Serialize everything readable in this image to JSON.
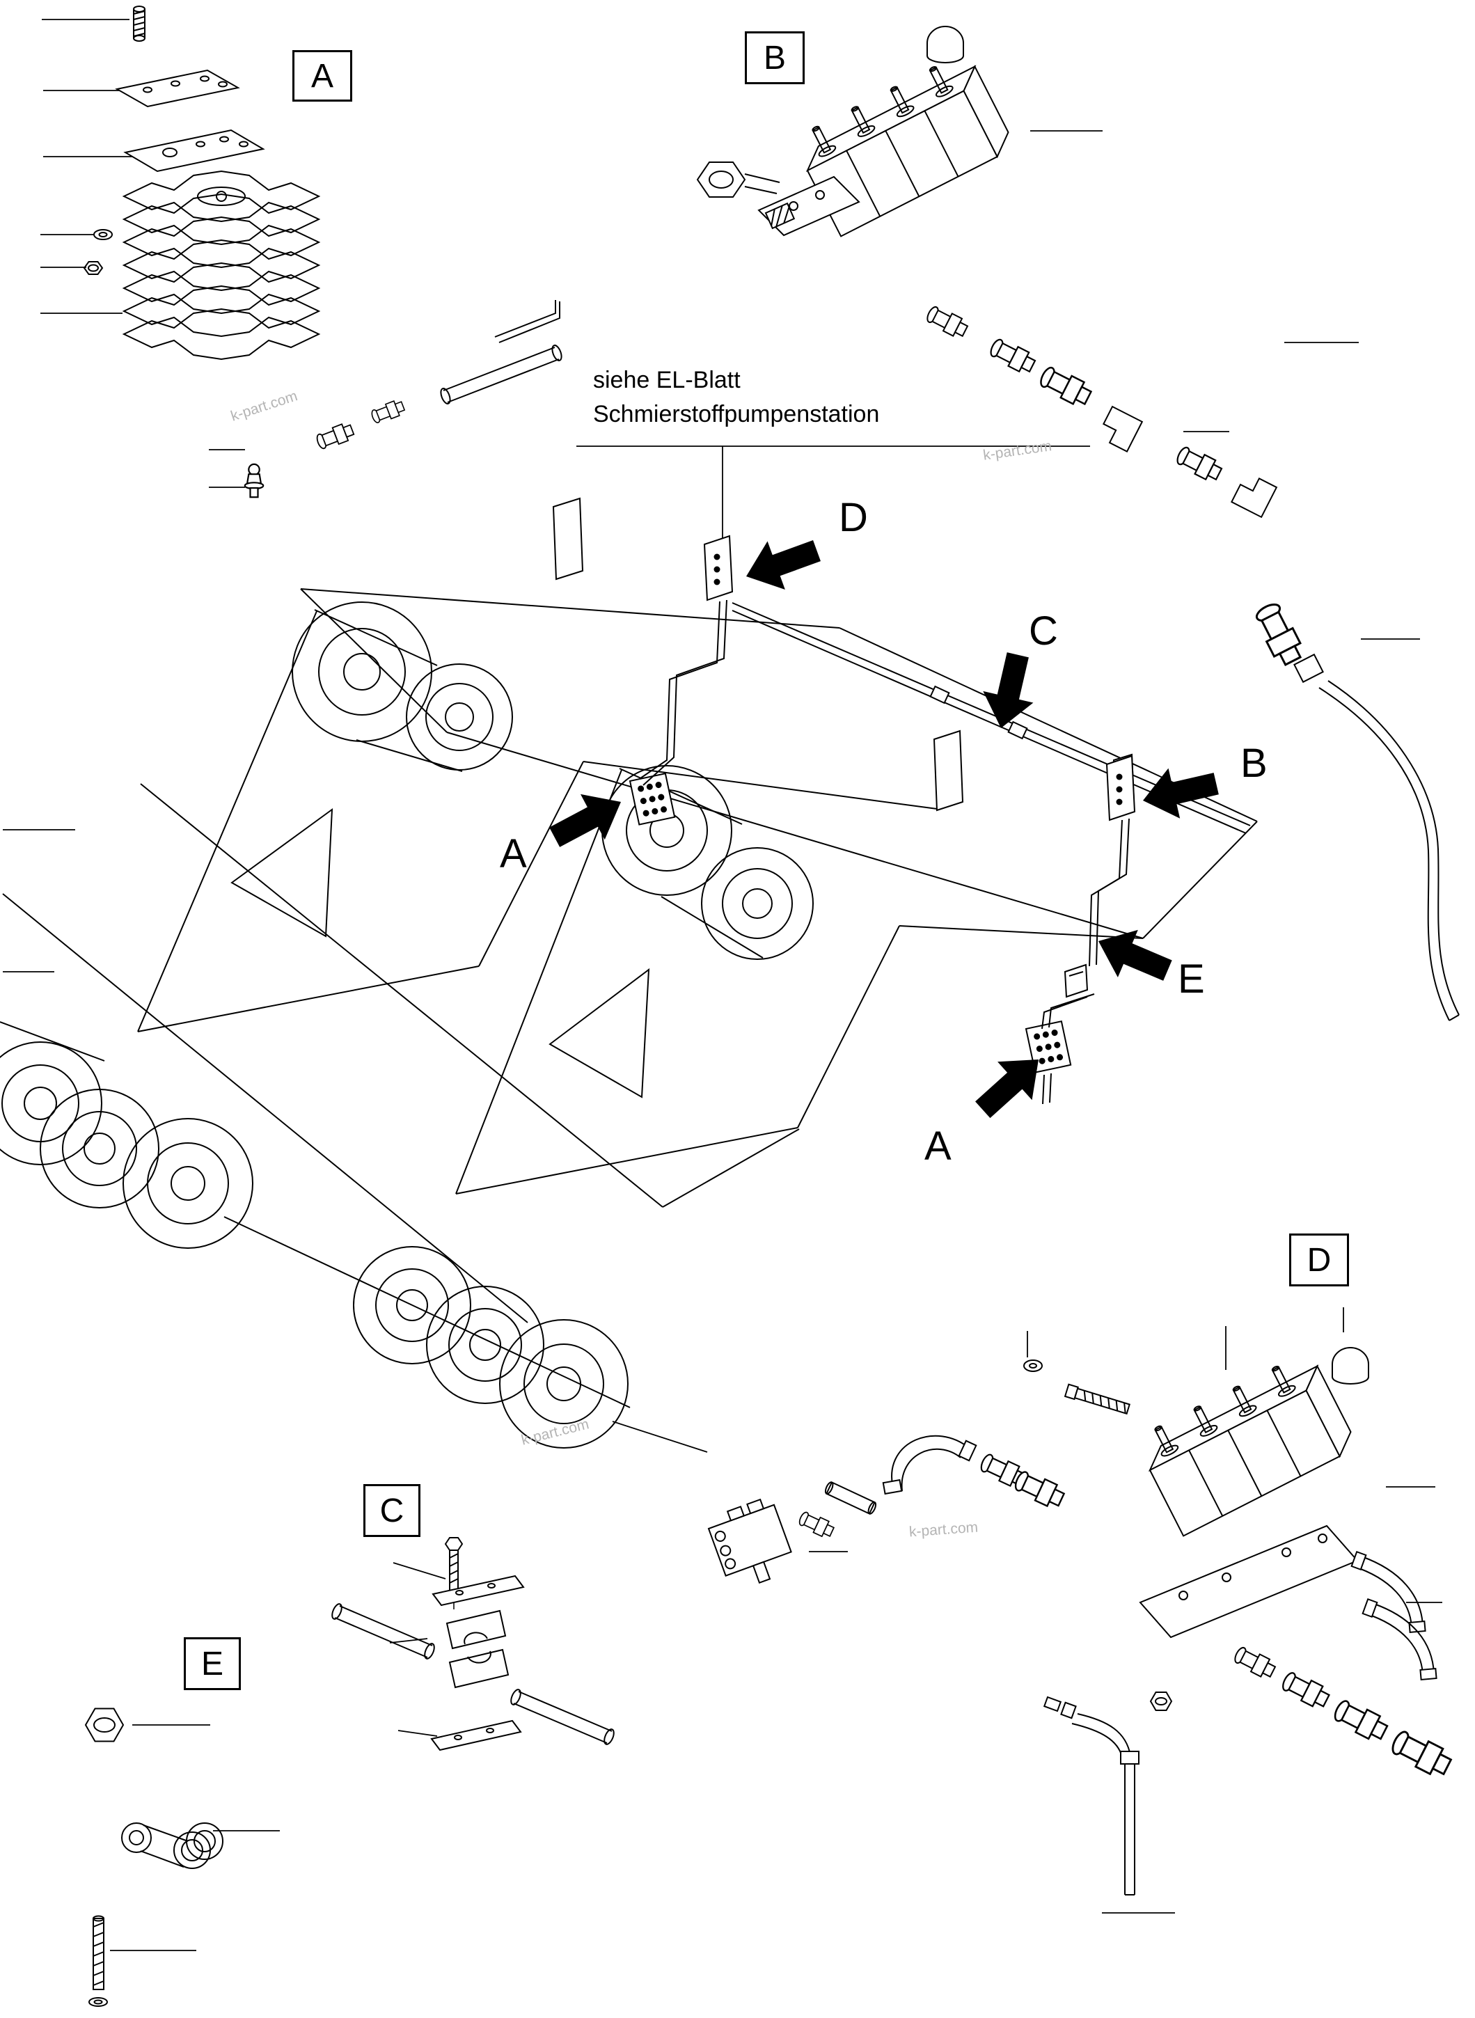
{
  "colors": {
    "ink": "#000000",
    "background": "#ffffff",
    "watermark": "#b4b4b4"
  },
  "note": {
    "line1": "siehe EL-Blatt",
    "line2": "Schmierstoffpumpenstation"
  },
  "watermark": {
    "text": "k-part.com"
  },
  "section_labels": {
    "a": "A",
    "b": "B",
    "c": "C",
    "d": "D",
    "e": "E"
  },
  "callouts": {
    "d": "D",
    "c": "C",
    "b": "B",
    "a_mid": "A",
    "e": "E",
    "a_bottom": "A"
  }
}
